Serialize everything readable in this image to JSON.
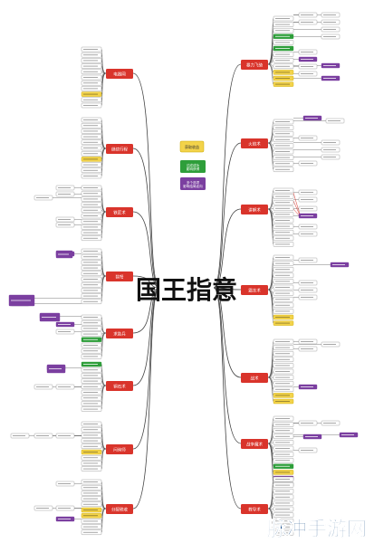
{
  "title": "国王指意",
  "watermark": "脉冲手游网",
  "colors": {
    "branch_red": "#d9342b",
    "leaf_bg": "#ffffff",
    "leaf_border": "#8a8a8a",
    "green": "#2e9e3a",
    "purple": "#7b3fa0",
    "yellow": "#f3d34a",
    "edge": "#444444",
    "watermark": "#1a4f8a"
  },
  "center_notes": {
    "yellow": "获取收益",
    "green": "达成成功\n影响获得",
    "purple": "多个选项\n影响结局走向"
  },
  "branches": {
    "left": [
      {
        "label": "电器网"
      },
      {
        "label": "继续行程"
      },
      {
        "label": "铁匠术"
      },
      {
        "label": "猎弩"
      },
      {
        "label": "求助兵"
      },
      {
        "label": "铜石术"
      },
      {
        "label": "问询师"
      },
      {
        "label": "分配税收"
      }
    ],
    "right": [
      {
        "label": "暴力飞骑"
      },
      {
        "label": "火焰术"
      },
      {
        "label": "讲解术"
      },
      {
        "label": "霜冻术"
      },
      {
        "label": "战术"
      },
      {
        "label": "战争魔术"
      },
      {
        "label": "教导术"
      }
    ]
  }
}
